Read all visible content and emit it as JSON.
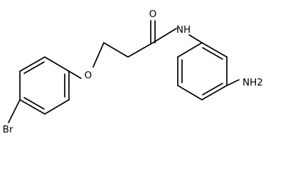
{
  "molecule": {
    "atoms": {
      "oxygen_carbonyl": "O",
      "nitrogen_amide": "NH",
      "oxygen_ether": "O",
      "bromine": "Br",
      "amine": "NH2"
    }
  }
}
